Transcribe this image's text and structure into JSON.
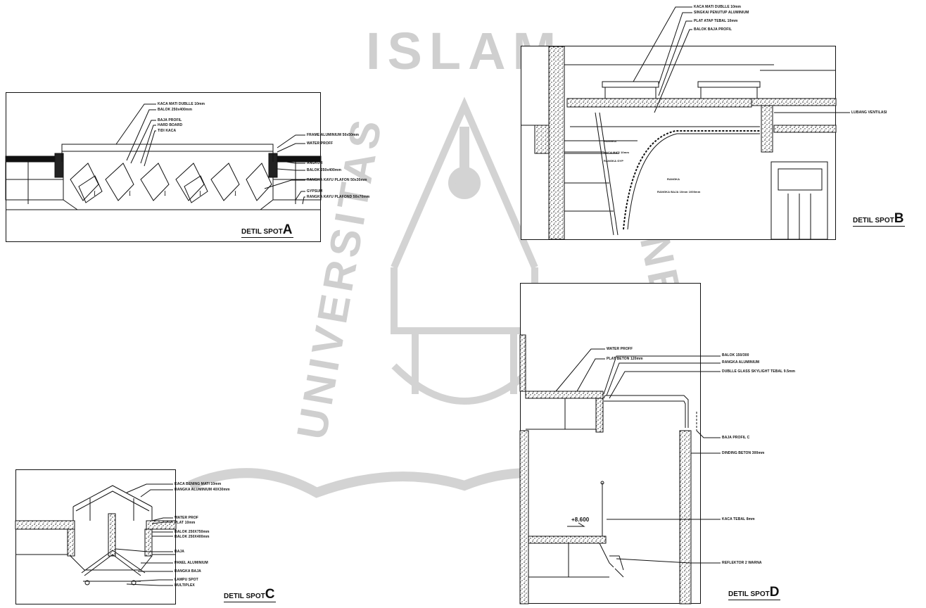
{
  "watermark": {
    "top_text": "ISLAM",
    "left_text": "UNIVERSITAS",
    "right_text": "INDONESIA"
  },
  "spot_a": {
    "title_prefix": "DETIL SPOT",
    "title_letter": "A",
    "labels": [
      "KACA MATI DUBLLE 10mm",
      "BALOK 250x400mm",
      "BAJA PROFIL",
      "HARD BOARD",
      "TIDI KACA",
      "FRAME ALUMINIUM 50x50mm",
      "WATER PROFF",
      "ANGKUR",
      "BALOK 250x400mm",
      "RANGKA KAYU PLAFON 50x30mm",
      "GYPSUM",
      "RANGKA KAYU PLAFOND 50x70mm"
    ]
  },
  "spot_b": {
    "title_prefix": "DETIL SPOT",
    "title_letter": "B",
    "labels": [
      "KACA MATI DUBLLE 10mm",
      "SINGKAI PENUTUP ALUMINIUM",
      "PLAT ATAP TEBAL 10mm",
      "BALOK BAJA PROFIL",
      "LUBANG VENTILASI"
    ],
    "small_labels": [
      "RANGKA",
      "KACA MATI 10mm",
      "RANGKA GYP",
      "RANGKA",
      "RANGKA BAJA 10mm 1000mm"
    ]
  },
  "spot_c": {
    "title_prefix": "DETIL SPOT",
    "title_letter": "C",
    "labels": [
      "KACA BENING MATI 10mm",
      "RANGKA ALUMINIUM 40X30mm",
      "WATER PROF",
      "PLAT 10mm",
      "BALOK 250X750mm",
      "BALOK 250X400mm",
      "BAJA",
      "PANEL ALUMINIUM",
      "RANGKA BAJA",
      "LAMPU SPOT",
      "MULTIPLEX"
    ]
  },
  "spot_d": {
    "title_prefix": "DETIL SPOT",
    "title_letter": "D",
    "labels": [
      "WATER PROFF",
      "PLAT BETON 120mm",
      "BALOK 150/300",
      "RANGKA ALUMINIUM",
      "DUBLLE GLASS SKYLIGHT TEBAL 9.5mm",
      "BAJA PROFIL C",
      "DINDING BETON 300mm",
      "KACA TEBAL 8mm",
      "REFLEKTOR 2 WARNA"
    ],
    "level": "+8.600"
  }
}
